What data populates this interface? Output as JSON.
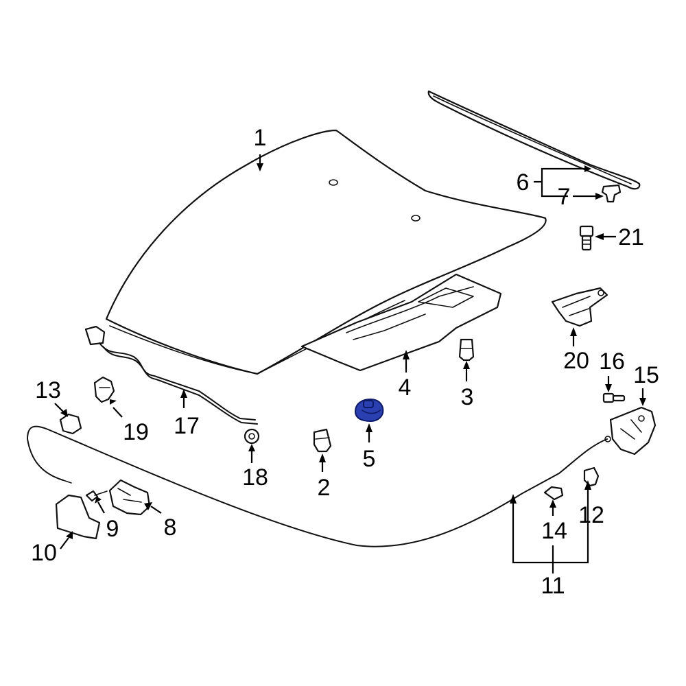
{
  "diagram": {
    "highlight_color": "#2a3fb0",
    "callouts": [
      {
        "id": "1",
        "label": "1"
      },
      {
        "id": "2",
        "label": "2"
      },
      {
        "id": "3",
        "label": "3"
      },
      {
        "id": "4",
        "label": "4"
      },
      {
        "id": "5",
        "label": "5",
        "highlighted": true
      },
      {
        "id": "6",
        "label": "6"
      },
      {
        "id": "7",
        "label": "7"
      },
      {
        "id": "8",
        "label": "8"
      },
      {
        "id": "9",
        "label": "9"
      },
      {
        "id": "10",
        "label": "10"
      },
      {
        "id": "11",
        "label": "11"
      },
      {
        "id": "12",
        "label": "12"
      },
      {
        "id": "13",
        "label": "13"
      },
      {
        "id": "14",
        "label": "14"
      },
      {
        "id": "15",
        "label": "15"
      },
      {
        "id": "16",
        "label": "16"
      },
      {
        "id": "17",
        "label": "17"
      },
      {
        "id": "18",
        "label": "18"
      },
      {
        "id": "19",
        "label": "19"
      },
      {
        "id": "20",
        "label": "20"
      },
      {
        "id": "21",
        "label": "21"
      }
    ]
  }
}
